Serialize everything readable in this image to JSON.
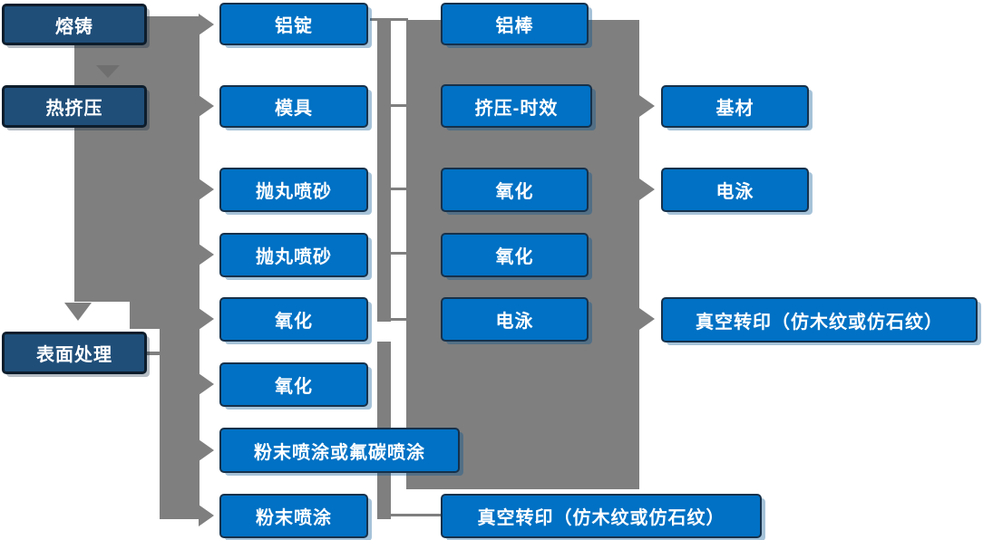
{
  "palette": {
    "node_blue": "#0071C4",
    "node_navy": "#1F4E79",
    "connector_gray": "#7F7F7F",
    "text": "#FFFFFF",
    "background": "#FFFFFF"
  },
  "flowchart": {
    "col1": {
      "melt_casting": "熔铸",
      "hot_extrusion": "热挤压",
      "surface_treatment": "表面处理"
    },
    "col2": {
      "aluminum_ingot": "铝锭",
      "mold": "模具",
      "shot_blasting_1": "抛丸喷砂",
      "shot_blasting_2": "抛丸喷砂",
      "oxidation_1": "氧化",
      "oxidation_2": "氧化",
      "powder_or_fluorocarbon": "粉末喷涂或氟碳喷涂",
      "powder_coating": "粉末喷涂"
    },
    "col3": {
      "aluminum_rod": "铝棒",
      "extrusion_aging": "挤压-时效",
      "oxidation_1": "氧化",
      "oxidation_2": "氧化",
      "electrophoresis": "电泳",
      "vacuum_transfer": "真空转印（仿木纹或仿石纹）"
    },
    "col4": {
      "base_material": "基材",
      "electrophoresis": "电泳",
      "vacuum_transfer": "真空转印（仿木纹或仿石纹）"
    }
  }
}
